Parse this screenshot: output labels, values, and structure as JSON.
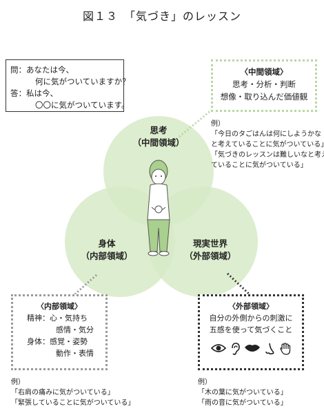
{
  "title": "図１３　「気づき」のレッスン",
  "qa": {
    "q_label": "問：",
    "q_line1": "あなたは今、",
    "q_line2": "何に気がついていますか？",
    "a_label": "答：",
    "a_line1": "私は今、",
    "a_line2": "〇〇に気がついています。"
  },
  "circles": {
    "top": {
      "line1": "思考",
      "line2": "（中間領域）",
      "color": "#d7eac7"
    },
    "left": {
      "line1": "身体",
      "line2": "（内部領域）",
      "color": "#d7eac7"
    },
    "right": {
      "line1": "現実世界",
      "line2": "（外部領域）",
      "color": "#d7eac7"
    }
  },
  "middle_box": {
    "title": "〈中間領域〉",
    "line1": "思考・分析・判断",
    "line2": "想像・取り込んだ価値観"
  },
  "middle_example": {
    "label": "例）",
    "line1": "「今日のタごはんは何にしようかな",
    "line2": "と考えていることに気がついている」",
    "line3": "「気づきのレッスンは難しいなと考え",
    "line4": "ていることに気がついている」"
  },
  "inner_box": {
    "title": "〈内部領域〉",
    "line1": "精神：心・気持ち",
    "line2": "感情・気分",
    "line3": "身体：感覚・姿勢",
    "line4": "動作・表情"
  },
  "inner_example": {
    "label": "例）",
    "line1": "「右肩の痛みに気がついている」",
    "line2": "「緊張していることに気がついている」"
  },
  "outer_box": {
    "title": "〈外部領域〉",
    "line1": "自分の外側からの刺激に",
    "line2": "五感を使って気づくこと",
    "senses": [
      "eye-icon",
      "ear-icon",
      "mouth-icon",
      "nose-icon",
      "hand-icon"
    ]
  },
  "outer_example": {
    "label": "例）",
    "line1": "「木の葉に気がついている」",
    "line2": "「雨の音に気がついている」"
  },
  "colors": {
    "circle_fill": "#d7eac7",
    "figure_green": "#a9d08e",
    "dotted_mid": "#b7d8a3",
    "dotted_inner": "#9a9a9a",
    "dotted_outer": "#333333"
  }
}
